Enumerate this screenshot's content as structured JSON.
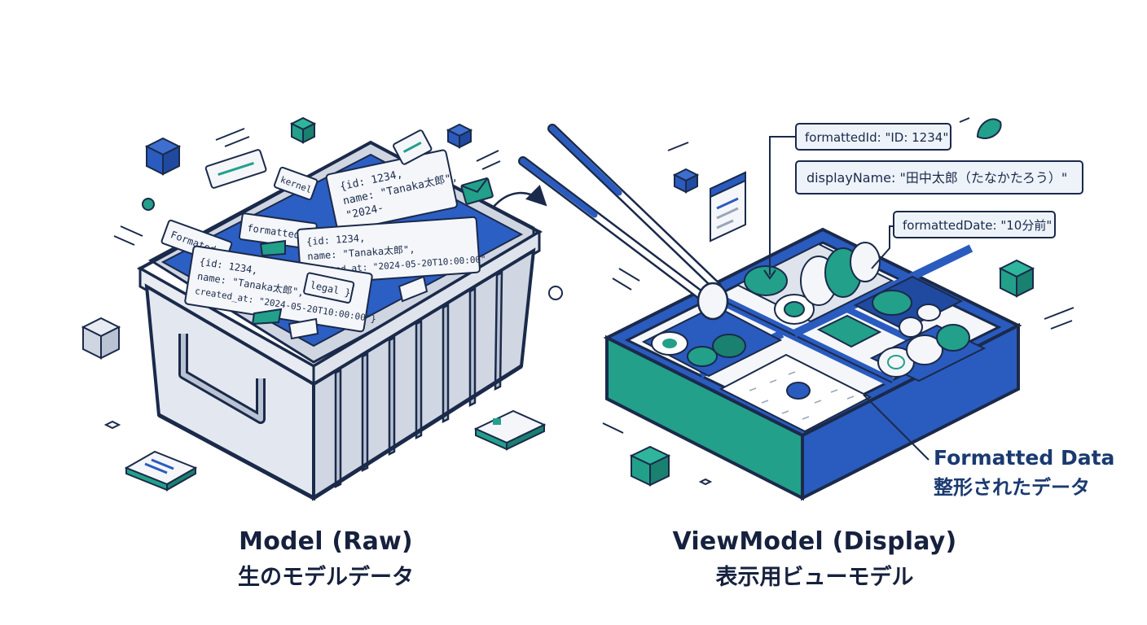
{
  "model": {
    "title_en": "Model (Raw)",
    "title_ja": "生のモデルデータ",
    "card_big_1": [
      "{id: 1234,",
      "name: \"Tanaka太郎\",",
      "created_at: \"2024-05-20T10:00:00\"}"
    ],
    "card_big_2": [
      "{id: 1234,",
      "name: \"Tanaka太郎\",",
      "created_at: \"2024-05-20T10:00:00\""
    ],
    "card_top": [
      "{id: 1234,",
      "name: \"Tanaka太郎\",",
      "\"2024-"
    ],
    "slip_formatted": "Formated",
    "slip_formatted2": "formatted_",
    "slip_kernel": "kernel",
    "slip_legal": "legal }"
  },
  "viewmodel": {
    "title_en": "ViewModel (Display)",
    "title_ja": "表示用ビューモデル",
    "formatted_id": "formattedId: \"ID: 1234\"",
    "display_name": "displayName: \"田中太郎（たなかたろう）\"",
    "formatted_date": "formattedDate: \"10分前\""
  },
  "formatted_data": {
    "label_en": "Formatted Data",
    "label_ja": "整形されたデータ"
  },
  "colors": {
    "navy": "#1b2a4a",
    "blue": "#2a5bbf",
    "teal": "#22a08a",
    "light_gray": "#e8ecf2"
  }
}
